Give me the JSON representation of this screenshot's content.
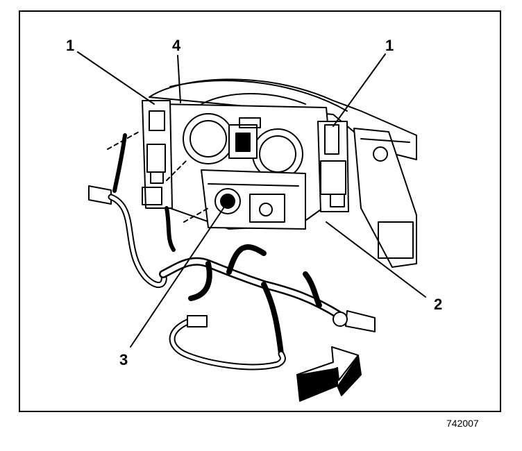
{
  "callouts": {
    "c1_left": "1",
    "c4": "4",
    "c1_right": "1",
    "c2": "2",
    "c3": "3"
  },
  "figure_id": "742007",
  "icons": [
    "direction-arrow-icon"
  ]
}
